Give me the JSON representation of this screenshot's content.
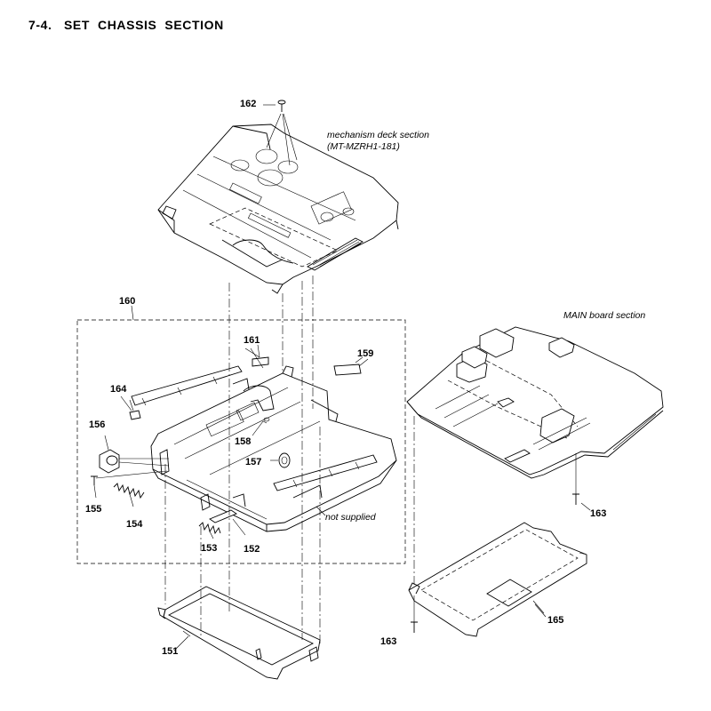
{
  "page": {
    "title": "7-4.   SET  CHASSIS  SECTION"
  },
  "notes": {
    "mechanism_deck_line1": "mechanism deck section",
    "mechanism_deck_line2": "(MT-MZRH1-181)",
    "main_board": "MAIN board section",
    "not_supplied": "not supplied"
  },
  "part_labels": {
    "p151": "151",
    "p152": "152",
    "p153": "153",
    "p154": "154",
    "p155": "155",
    "p156": "156",
    "p157": "157",
    "p158": "158",
    "p159": "159",
    "p160": "160",
    "p161": "161",
    "p162": "162",
    "p163a": "163",
    "p163b": "163",
    "p164": "164",
    "p165": "165"
  }
}
